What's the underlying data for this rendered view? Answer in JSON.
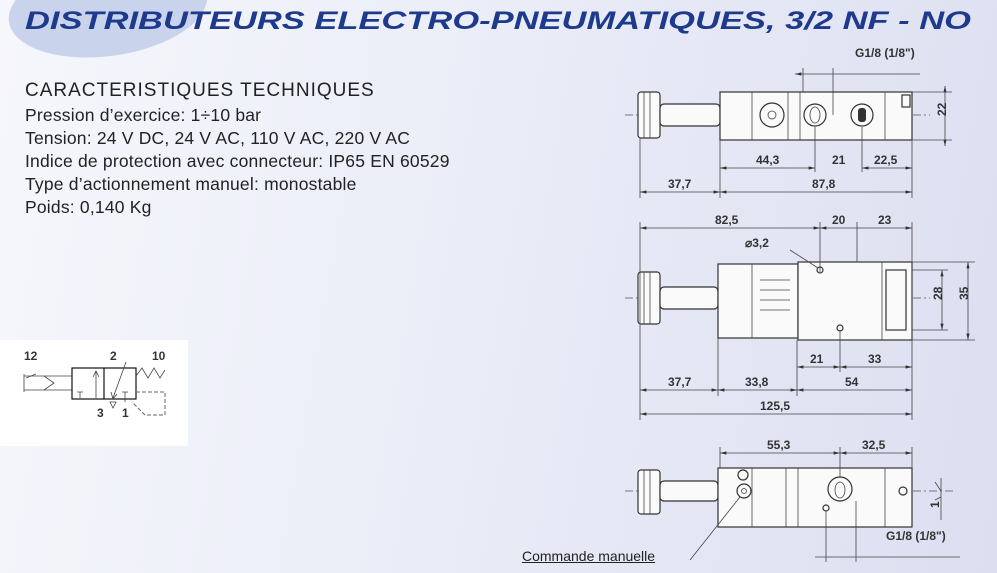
{
  "title": "DISTRIBUTEURS ELECTRO-PNEUMATIQUES, 3/2 NF - NO",
  "specs": {
    "heading": "CARACTERISTIQUES TECHNIQUES",
    "lines": [
      "Pression d’exercice: 1÷10 bar",
      "Tension: 24 V DC, 24 V AC, 110 V AC, 220 V AC",
      "Indice de protection avec connecteur: IP65 EN 60529",
      "Type d’actionnement manuel: monostable",
      "Poids: 0,140 Kg"
    ]
  },
  "symbol": {
    "port_12": "12",
    "port_2": "2",
    "port_10": "10",
    "port_3": "3",
    "port_1": "1"
  },
  "view_side": {
    "thread": "G1/8 (1/8\")",
    "d_height": "22",
    "d_44": "44,3",
    "d_21": "21",
    "d_22": "22,5",
    "d_37": "37,7",
    "d_87": "87,8"
  },
  "view_top": {
    "d_82": "82,5",
    "d_20": "20",
    "d_23": "23",
    "hole": "⌀3,2",
    "d_28": "28",
    "d_35": "35",
    "d_21": "21",
    "d_33": "33",
    "d_37": "37,7",
    "d_33_8": "33,8",
    "d_54": "54",
    "d_125": "125,5"
  },
  "view_bottom": {
    "d_55": "55,3",
    "d_32": "32,5",
    "d_1": "1",
    "thread": "G1/8 (1/8\")"
  },
  "manual_label": "Commande manuelle",
  "colors": {
    "title": "#1e3a8c",
    "background": "#e4e6f4"
  }
}
